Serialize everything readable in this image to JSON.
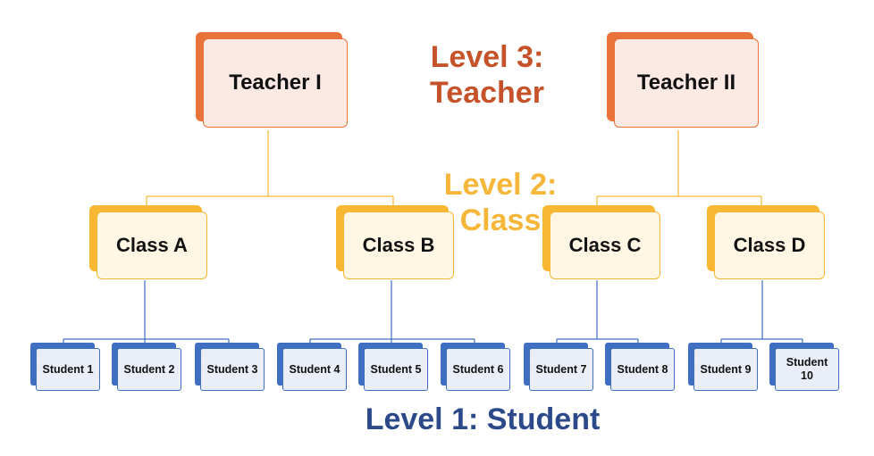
{
  "levels": {
    "level3": "Level 3: Teacher",
    "level2": "Level 2: Class",
    "level1": "Level 1: Student"
  },
  "teachers": [
    "Teacher I",
    "Teacher II"
  ],
  "classes": [
    "Class A",
    "Class B",
    "Class C",
    "Class D"
  ],
  "students": [
    "Student 1",
    "Student 2",
    "Student 3",
    "Student 4",
    "Student 5",
    "Student 6",
    "Student 7",
    "Student 8",
    "Student 9",
    "Student 10"
  ],
  "hierarchy": {
    "Teacher I": [
      "Class A",
      "Class B"
    ],
    "Teacher II": [
      "Class C",
      "Class D"
    ],
    "Class A": [
      "Student 1",
      "Student 2",
      "Student 3"
    ],
    "Class B": [
      "Student 4",
      "Student 5",
      "Student 6"
    ],
    "Class C": [
      "Student 7",
      "Student 8"
    ],
    "Class D": [
      "Student 9",
      "Student 10"
    ]
  },
  "colors": {
    "teacher": "#e8733a",
    "class": "#f7b733",
    "student": "#3f6fc0",
    "level3_text": "#c6522a",
    "level2_text": "#f5b63a",
    "level1_text": "#2c4a8a"
  }
}
